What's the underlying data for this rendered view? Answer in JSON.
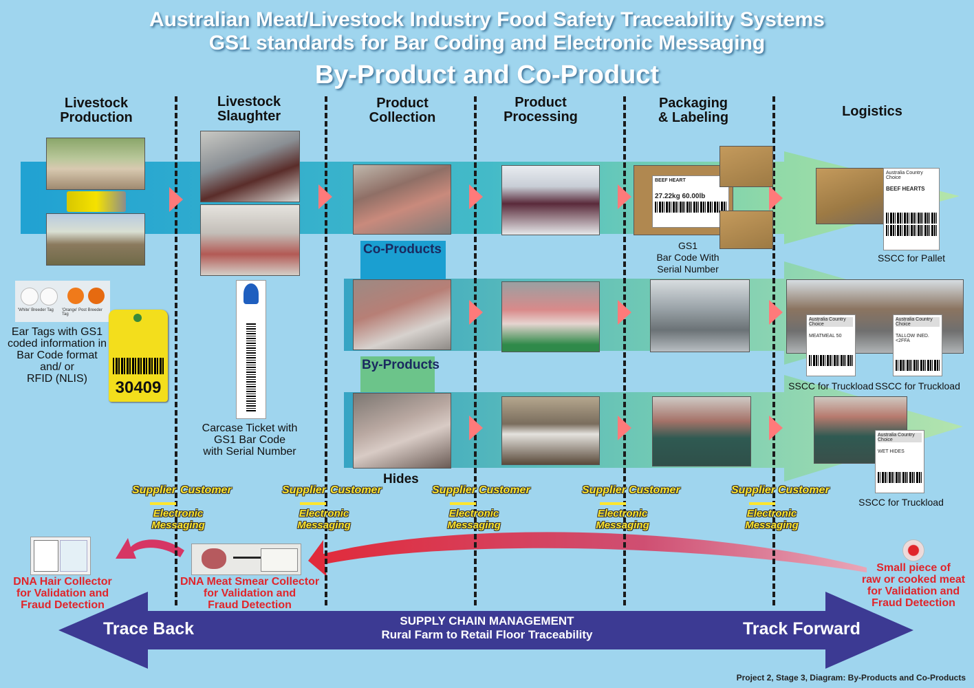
{
  "header": {
    "line1": "Australian Meat/Livestock Industry Food Safety Traceability Systems",
    "line2": "GS1 standards for Bar Coding and Electronic Messaging",
    "line3": "By-Product and Co-Product"
  },
  "stages": [
    {
      "line1": "Livestock",
      "line2": "Production"
    },
    {
      "line1": "Livestock",
      "line2": "Slaughter"
    },
    {
      "line1": "Product",
      "line2": "Collection"
    },
    {
      "line1": "Product",
      "line2": "Processing"
    },
    {
      "line1": "Packaging",
      "line2": "& Labeling"
    },
    {
      "line1": "Logistics",
      "line2": ""
    }
  ],
  "bands": {
    "co_products": "Co-Products",
    "by_products": "By-Products",
    "hides": "Hides"
  },
  "captions": {
    "ear_tags": [
      "Ear Tags with GS1",
      "coded information in",
      "Bar Code format",
      "and/ or",
      "RFID (NLIS)"
    ],
    "tag_number": "30409",
    "carcase_ticket": [
      "Carcase Ticket with",
      "GS1 Bar Code",
      "with Serial Number"
    ],
    "gs1_barcode": [
      "GS1",
      "Bar Code With",
      "Serial Number"
    ],
    "sscc_pallet": "SSCC for Pallet",
    "sscc_truck1": "SSCC for Truckload",
    "sscc_truck2": "SSCC for Truckload",
    "sscc_truck3": "SSCC for Truckload",
    "ear_tag_white": "'White' Breeder Tag",
    "ear_tag_orange": "'Orange' Post Breeder Tag"
  },
  "labels": {
    "pallet_title": "BEEF HEARTS",
    "pallet_brand": "Australia Country Choice",
    "truck1_brand": "Australia Country Choice",
    "truck1_product": "MEATMEAL 50",
    "truck2_brand": "Australia Country Choice",
    "truck2_product": "TALLOW INED. <2FFA",
    "truck3_brand": "Australia Country Choice",
    "truck3_product": "WET HIDES",
    "box_title": "BEEF HEART",
    "box_weight": "27.22kg  60.00lb"
  },
  "messaging": {
    "supplier": "Supplier",
    "customer": "Customer",
    "electronic": "Electronic",
    "messaging": "Messaging"
  },
  "dna": {
    "hair": [
      "DNA Hair Collector",
      "for Validation and",
      "Fraud Detection"
    ],
    "smear": [
      "DNA Meat Smear Collector",
      "for Validation and",
      "Fraud Detection"
    ],
    "piece": [
      "Small piece of",
      "raw or cooked meat",
      "for Validation and",
      "Fraud Detection"
    ]
  },
  "bottom": {
    "trace_back": "Trace Back",
    "track_forward": "Track Forward",
    "scm_title": "SUPPLY CHAIN MANAGEMENT",
    "scm_sub": "Rural Farm to Retail Floor Traceability",
    "footer": "Project 2, Stage 3, Diagram: By-Products and Co-Products"
  },
  "colors": {
    "background": "#9fd5ee",
    "band_dark": "#1a9fd1",
    "band_light": "#b6e6a6",
    "arrow_pink": "#ff7a7a",
    "trace_arrow": "#3c3a93",
    "dna_red": "#e0252b",
    "msg_yellow": "#ffe62d"
  }
}
